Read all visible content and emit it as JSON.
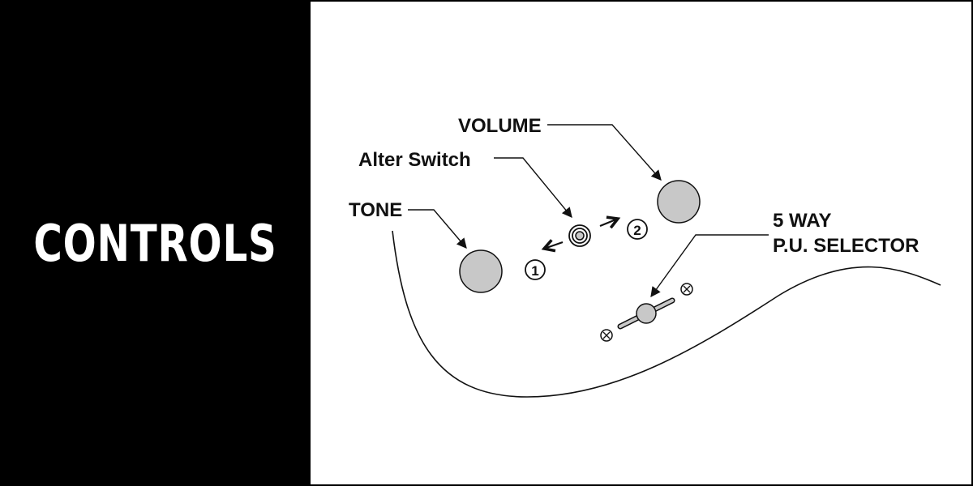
{
  "title": "CONTROLS",
  "labels": {
    "volume": "VOLUME",
    "alter_switch": "Alter Switch",
    "tone": "TONE",
    "selector_line1": "5 WAY",
    "selector_line2": "P.U. SELECTOR"
  },
  "positions": {
    "pos1": "1",
    "pos2": "2"
  },
  "colors": {
    "knob_fill": "#c8c8c8",
    "line": "#111111",
    "panel": "#000000"
  }
}
